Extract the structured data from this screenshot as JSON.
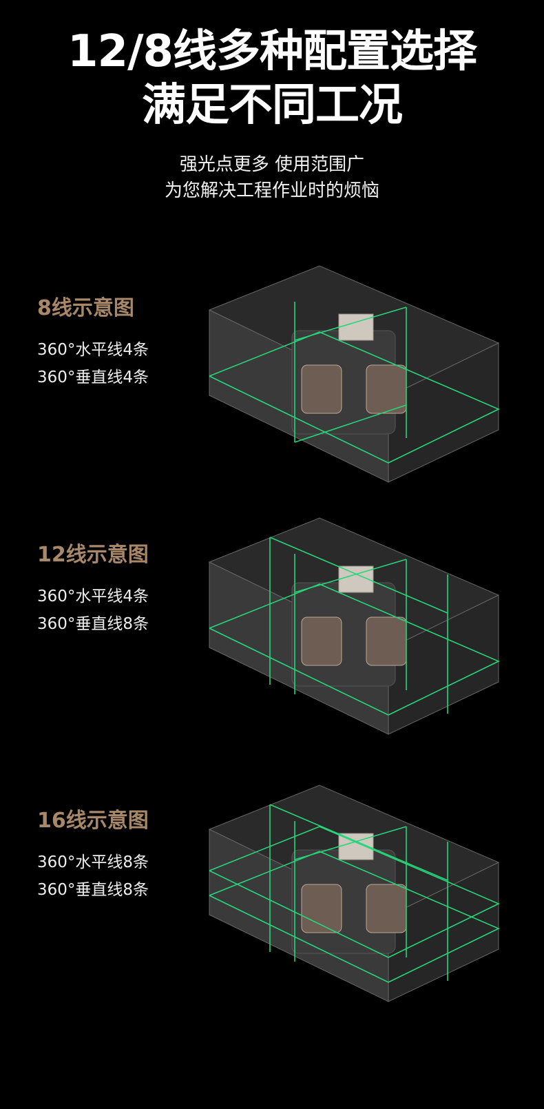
{
  "header": {
    "title_line1": "12/8线多种配置选择",
    "title_line2": "满足不同工况",
    "subtitle_line1": "强光点更多  使用范围广",
    "subtitle_line2": "为您解决工程作业时的烦恼"
  },
  "diagrams": [
    {
      "heading": "8线示意图",
      "spec1": "360°水平线4条",
      "spec2": "360°垂直线4条"
    },
    {
      "heading": "12线示意图",
      "spec1": "360°水平线4条",
      "spec2": "360°垂直线8条"
    },
    {
      "heading": "16线示意图",
      "spec1": "360°水平线8条",
      "spec2": "360°垂直线8条"
    }
  ],
  "colors": {
    "background": "#000000",
    "accent_heading": "#a88869",
    "laser_green": "#27d67a"
  }
}
